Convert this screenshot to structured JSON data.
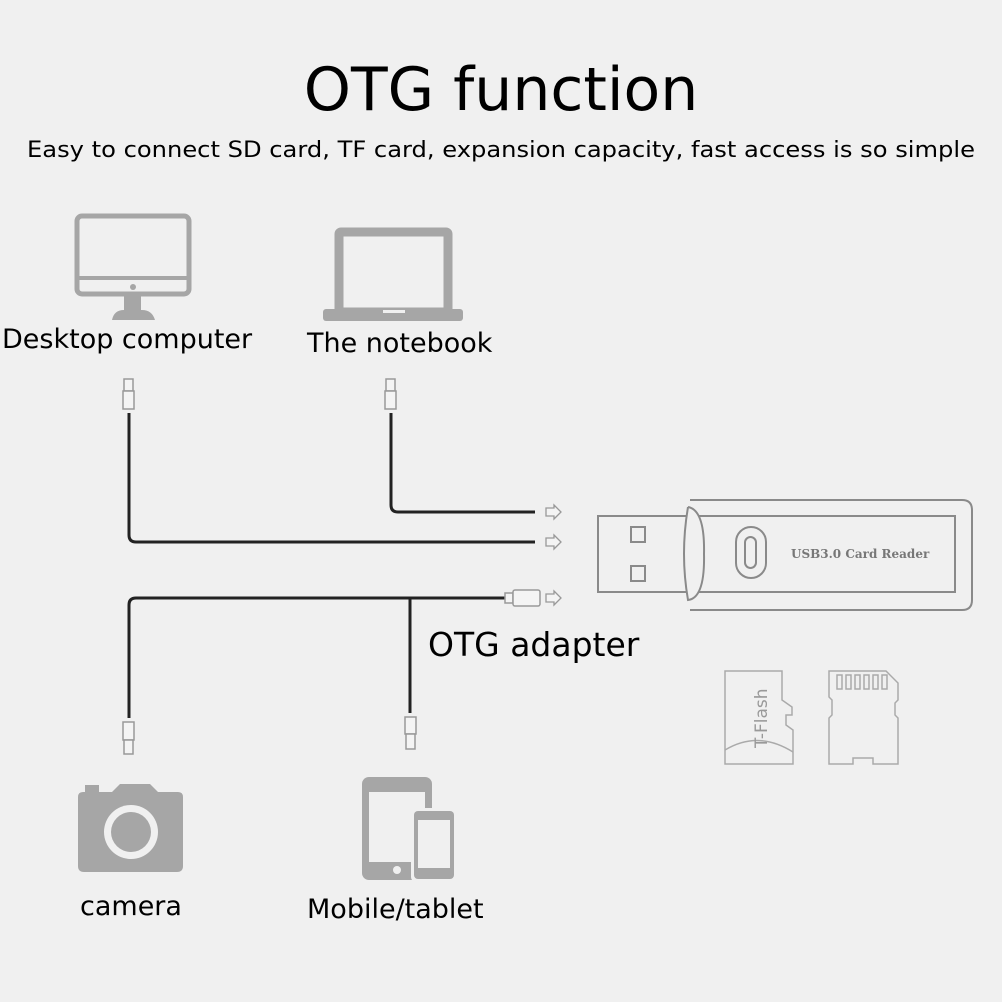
{
  "title": "OTG function",
  "subtitle": "Easy to connect SD card, TF card, expansion capacity, fast access is so simple",
  "devices": {
    "desktop": "Desktop computer",
    "notebook": "The notebook",
    "camera": "camera",
    "mobile": "Mobile/tablet"
  },
  "adapter_label": "OTG adapter",
  "card_reader": {
    "label": "USB3.0 Card Reader",
    "tf_label": "T-Flash"
  },
  "colors": {
    "background": "#f0f0f0",
    "icon_gray": "#a6a6a6",
    "cable": "#222222",
    "outline": "#8a8a8a"
  }
}
